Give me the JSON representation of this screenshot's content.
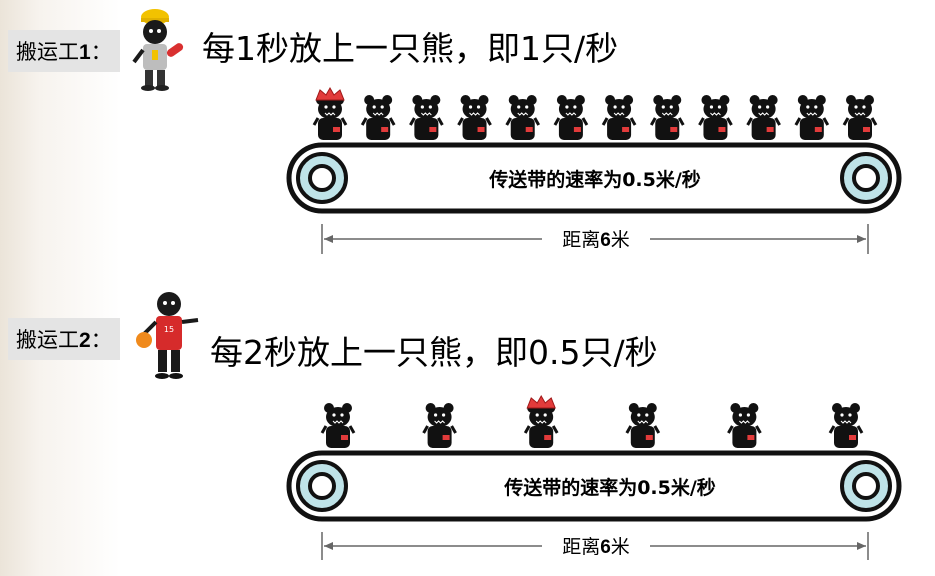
{
  "rows": [
    {
      "worker_prefix": "搬运工",
      "worker_num": "1",
      "worker_suffix": "：",
      "headline": "每1秒放上一只熊，即1只/秒",
      "belt_label": "传送带的速率为0.5米/秒",
      "distance_prefix": "距离",
      "distance_num": "6",
      "distance_suffix": "米",
      "bear_count": 12,
      "highlight_index": 0
    },
    {
      "worker_prefix": "搬运工",
      "worker_num": "2",
      "worker_suffix": "：",
      "headline": "每2秒放上一只熊，即0.5只/秒",
      "belt_label": "传送带的速率为0.5米/秒",
      "distance_prefix": "距离",
      "distance_num": "6",
      "distance_suffix": "米",
      "bear_count": 6,
      "highlight_index": 2
    }
  ],
  "colors": {
    "belt_fill": "#ffffff",
    "belt_stroke": "#111111",
    "wheel_fill": "#bfe3e8",
    "bear": "#111111",
    "accent_red": "#e23b3b"
  }
}
